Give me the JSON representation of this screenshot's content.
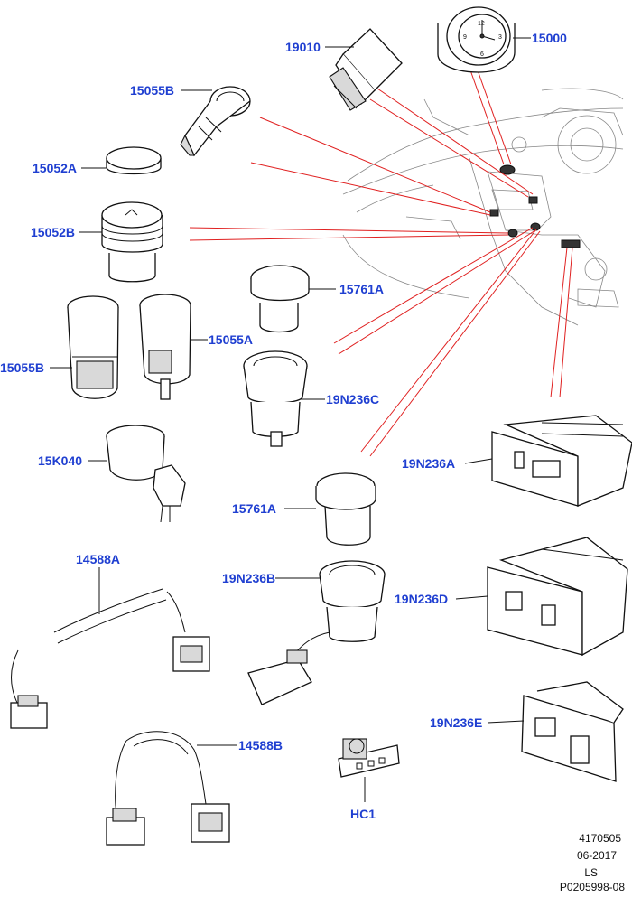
{
  "colors": {
    "label": "#1f3fd1",
    "callout_line": "#e02020",
    "ink": "#111111"
  },
  "labels": {
    "p19010": "19010",
    "p15000": "15000",
    "p15055B_top": "15055B",
    "p15052A": "15052A",
    "p15052B": "15052B",
    "p15761A_top": "15761A",
    "p15055A": "15055A",
    "p15055B_mid": "15055B",
    "p19N236C": "19N236C",
    "p15K040": "15K040",
    "p19N236A": "19N236A",
    "p15761A_mid": "15761A",
    "p14588A": "14588A",
    "p19N236B": "19N236B",
    "p19N236D": "19N236D",
    "p19N236E": "19N236E",
    "p14588B": "14588B",
    "pHC1": "HC1"
  },
  "footer": {
    "number": "4170505",
    "date": "06-2017",
    "code": "LS",
    "ref": "P0205998-08"
  }
}
